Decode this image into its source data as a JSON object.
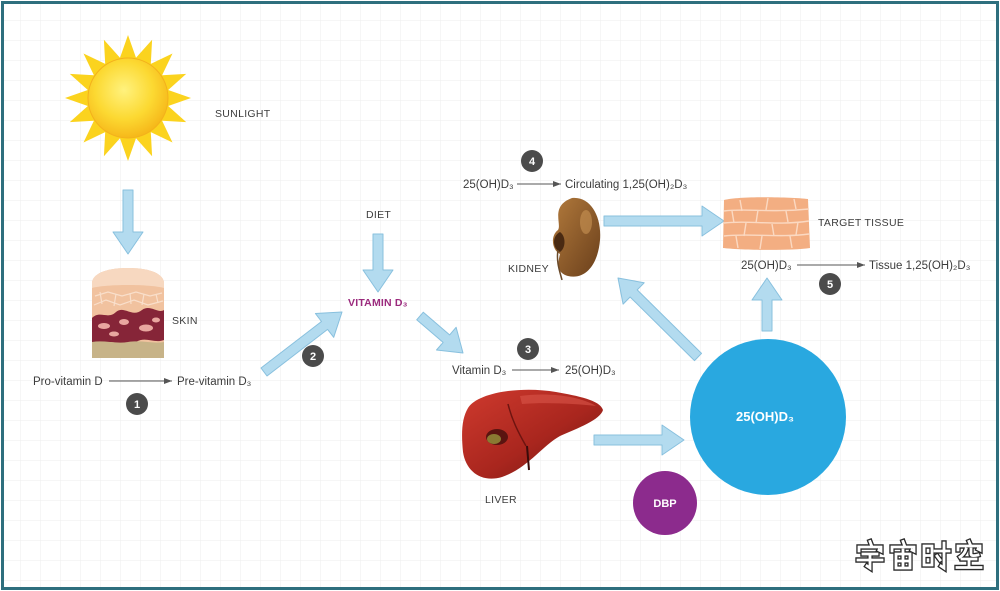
{
  "labels": {
    "sunlight": "SUNLIGHT",
    "skin": "SKIN",
    "diet": "DIET",
    "vitamin_d3": "VITAMIN D₃",
    "liver": "LIVER",
    "kidney": "KIDNEY",
    "target_tissue": "TARGET TISSUE"
  },
  "steps": [
    {
      "number": "1",
      "from": "Pro-vitamin D",
      "to": "Pre-vitamin D₃"
    },
    {
      "number": "2"
    },
    {
      "number": "3",
      "from": "Vitamin D₃",
      "to": "25(OH)D₃"
    },
    {
      "number": "4",
      "from": "25(OH)D₃",
      "to": "Circulating 1,25(OH)₂D₃"
    },
    {
      "number": "5",
      "from": "25(OH)D₃",
      "to": "Tissue 1,25(OH)₂D₃"
    }
  ],
  "circulation": {
    "pool_label": "25(OH)D₃",
    "binding_protein": "DBP"
  },
  "watermark": "宇宙时空",
  "icons": {
    "sun": "sun-icon",
    "skin": "skin-icon",
    "liver": "liver-icon",
    "kidney": "kidney-icon",
    "target_tissue": "target-tissue-icon"
  },
  "colors": {
    "frame_border": "#2e6f7e",
    "flow_arrow": "#b3dbef",
    "step_badge": "#4b4b4b",
    "vitamin_label": "#9b2a7d",
    "circulation_pool": "#29a8e0",
    "binding_protein": "#8c2b8d",
    "sun": "#fbd31e",
    "label_text": "#3c3c3c"
  }
}
